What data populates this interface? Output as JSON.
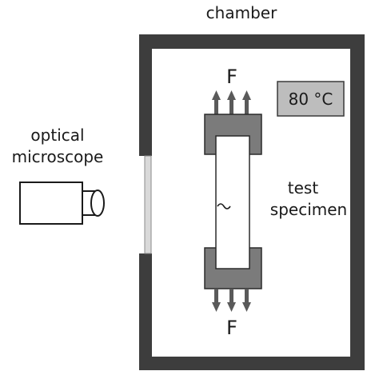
{
  "labels": {
    "chamber": "chamber",
    "microscope_line1": "optical",
    "microscope_line2": "microscope",
    "specimen_line1": "test",
    "specimen_line2": "specimen",
    "force_top": "F",
    "force_bottom": "F",
    "temperature": "80 °C",
    "crack_mark": "~"
  },
  "colors": {
    "chamber_wall": "#3d3d3d",
    "grip": "#7b7b7b",
    "grip_outline": "#2b2b2b",
    "specimen": "#ffffff",
    "window": "#d9d9d9",
    "temperature_box": "#bdbdbd",
    "arrow": "#5a5a5a"
  },
  "icons": {
    "microscope": "optical-microscope-icon",
    "arrows": "force-arrow-icon"
  }
}
